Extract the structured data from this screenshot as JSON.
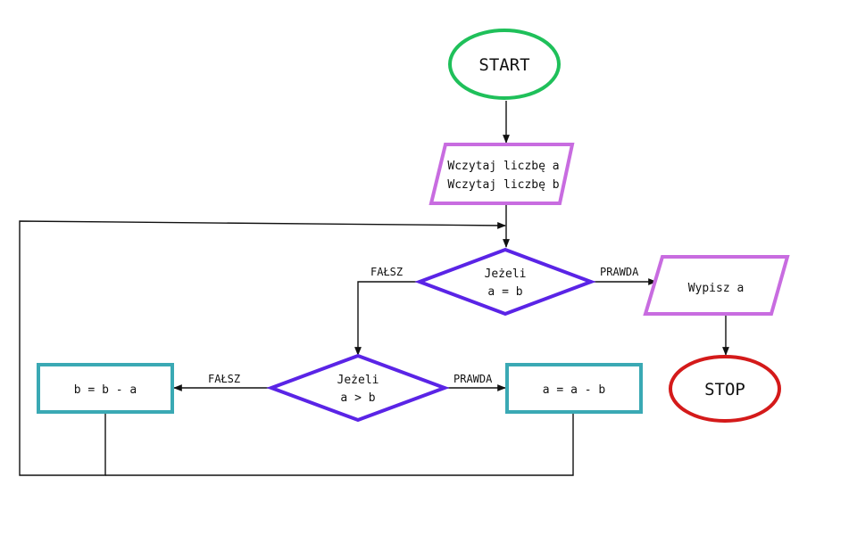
{
  "colors": {
    "start": "#1fc05a",
    "stop": "#d41a1a",
    "io": "#c86ce0",
    "decision": "#5a24e6",
    "process": "#3aa9b4",
    "line": "#111111"
  },
  "nodes": {
    "start": "START",
    "input_line1": "Wczytaj liczbę a",
    "input_line2": "Wczytaj liczbę b",
    "decision1_line1": "Jeżeli",
    "decision1_line2": "a = b",
    "output": "Wypisz a",
    "stop": "STOP",
    "decision2_line1": "Jeżeli",
    "decision2_line2": "a > b",
    "process_left": "b = b - a",
    "process_right": "a = a - b"
  },
  "edge_labels": {
    "d1_false": "FAŁSZ",
    "d1_true": "PRAWDA",
    "d2_false": "FAŁSZ",
    "d2_true": "PRAWDA"
  }
}
